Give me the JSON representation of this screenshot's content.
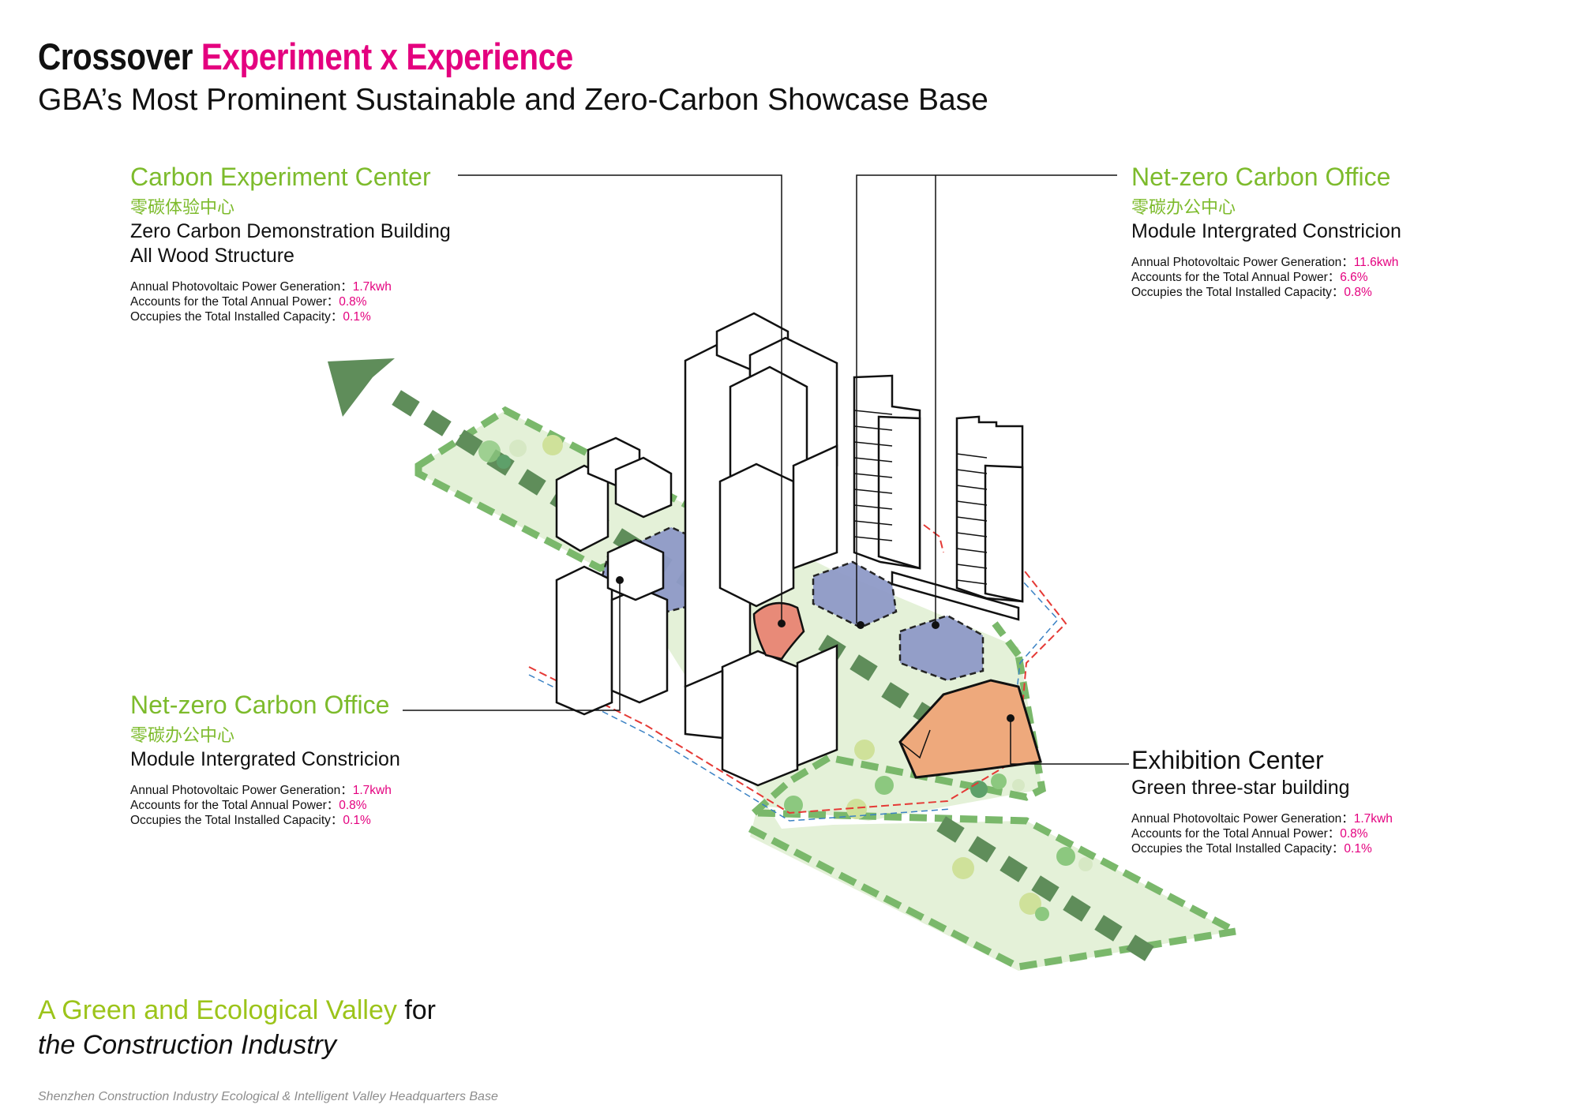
{
  "header": {
    "title_black": "Crossover",
    "title_pink": "Experiment x Experience",
    "subtitle": "GBA’s Most Prominent Sustainable and Zero-Carbon Showcase Base"
  },
  "callouts": {
    "carbon_experiment_center": {
      "title": "Carbon Experiment Center",
      "cn": "零碳体验中心",
      "desc1": "Zero Carbon Demonstration Building",
      "desc2": "All Wood Structure",
      "stats": [
        {
          "label": "Annual Photovoltaic Power Generation：",
          "value": "1.7kwh"
        },
        {
          "label": "Accounts for the Total Annual Power：",
          "value": "0.8%"
        },
        {
          "label": "Occupies the Total Installed Capacity：",
          "value": "0.1%"
        }
      ]
    },
    "net_zero_office_right": {
      "title": "Net-zero Carbon Office",
      "cn": "零碳办公中心",
      "desc1": "Module Intergrated Constricion",
      "stats": [
        {
          "label": "Annual Photovoltaic Power Generation：",
          "value": "11.6kwh"
        },
        {
          "label": "Accounts for the Total Annual Power：",
          "value": "6.6%"
        },
        {
          "label": "Occupies the Total Installed Capacity：",
          "value": "0.8%"
        }
      ]
    },
    "net_zero_office_left": {
      "title": "Net-zero Carbon Office",
      "cn": "零碳办公中心",
      "desc1": "Module Intergrated Constricion",
      "stats": [
        {
          "label": "Annual Photovoltaic Power Generation：",
          "value": "1.7kwh"
        },
        {
          "label": "Accounts for the Total Annual Power：",
          "value": "0.8%"
        },
        {
          "label": "Occupies the Total Installed Capacity：",
          "value": "0.1%"
        }
      ]
    },
    "exhibition_center": {
      "title": "Exhibition Center",
      "desc1": "Green three-star building",
      "stats": [
        {
          "label": "Annual Photovoltaic Power Generation：",
          "value": "1.7kwh"
        },
        {
          "label": "Accounts for the Total Annual Power：",
          "value": "0.8%"
        },
        {
          "label": "Occupies the Total Installed Capacity：",
          "value": "0.1%"
        }
      ]
    }
  },
  "tagline": {
    "green": "A Green and Ecological Valley",
    "black": " for",
    "line2": "the Construction Industry"
  },
  "footer": "Shenzhen Construction Industry Ecological & Intelligent Valley Headquarters Base",
  "colors": {
    "title_pink": "#e4007f",
    "label_green": "#7dbb2c",
    "tagline_green": "#9cc41a",
    "park_fill": "#e4f1d8",
    "path_green": "#5f8d5a",
    "roof_blue": "#8f9ac8",
    "exhibition_orange": "#eea97c",
    "experiment_red": "#e88a78"
  }
}
